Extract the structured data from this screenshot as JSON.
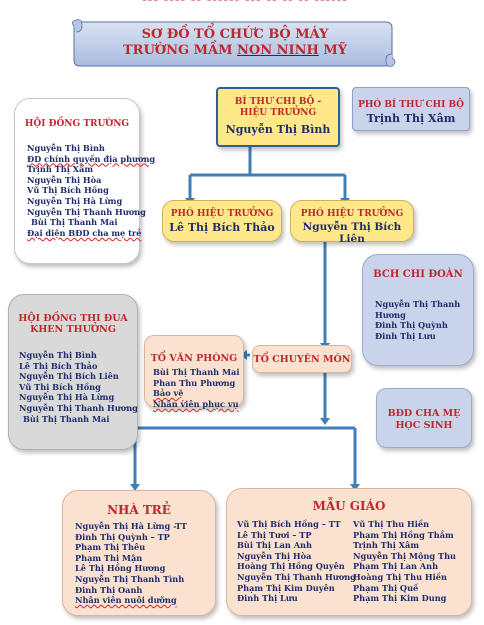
{
  "header": {
    "top_cut_text": "--- ---- -- ------ --- -- -- -- ------",
    "line1": "SƠ ĐỒ TỔ CHỨC BỘ MÁY",
    "line2_a": "TRƯỜNG MẦM ",
    "line2_b": "NON NINH",
    "line2_c": " MỸ"
  },
  "bi_thu": {
    "role": "BÍ THƯ CHI BỘ - HIỆU TRƯỞNG",
    "name": "Nguyễn Thị Bình"
  },
  "pho_bi_thu": {
    "role": "PHÓ BÍ THƯ CHI BỘ",
    "name": "Trịnh Thị Xâm"
  },
  "hoi_dong_truong": {
    "title": "HỘI ĐỒNG TRƯỜNG",
    "members": [
      "Nguyễn Thị Bình",
      "ĐD chính quyền địa phương",
      "Trịnh Thị Xâm",
      "Nguyễn Thị Hòa",
      "Vũ Thị Bích Hồng",
      "Nguyễn Thị Hà Lừng",
      "Nguyễn Thị Thanh Hương",
      "Bùi Thị Thanh Mai",
      "Đại diện BĐD cha mẹ trẻ"
    ]
  },
  "pho_hieu_truong_1": {
    "role": "PHÓ HIỆU TRƯỞNG",
    "name": "Lê Thị Bích Thảo"
  },
  "pho_hieu_truong_2": {
    "role": "PHÓ HIỆU TRƯỞNG",
    "name": "Nguyễn Thị Bích Liên"
  },
  "bch_chi_doan": {
    "title": "BCH CHI ĐOÀN",
    "members": [
      "Nguyễn Thị Thanh",
      "Hương",
      "Đinh Thị Quỳnh",
      "Đinh Thị Lưu"
    ]
  },
  "hoi_dong_thi_dua": {
    "title_1": "HỘI ĐỒNG THI ĐUA",
    "title_2": "KHEN THƯỞNG",
    "members": [
      "Nguyễn Thị Bình",
      "Lê Thị Bích Thảo",
      "Nguyễn Thị Bích Liên",
      "Vũ Thị Bích Hồng",
      "Nguyễn Thị Hà Lừng",
      "Nguyễn Thị Thanh Hương",
      "Bùi Thị Thanh Mai"
    ]
  },
  "to_van_phong": {
    "title": "TỔ VĂN PHÒNG",
    "members": [
      "Bùi Thị Thanh Mai",
      "Phan Thu Phương",
      "Bảo vệ",
      "Nhân viên phục vụ"
    ]
  },
  "to_chuyen_mon": {
    "title": "TỔ CHUYÊN MÔN"
  },
  "bdd_cha_me": {
    "line1": "BĐD CHA MẸ",
    "line2": "HỌC SINH"
  },
  "nha_tre": {
    "title": "NHÀ TRẺ",
    "members": [
      "Nguyễn Thị Hà Lừng -TT",
      "Đinh Thị Quỳnh – TP",
      "Phạm Thị Thêu",
      "Phạm Thị Mận",
      "Lê Thị Hồng Hương",
      "Nguyễn Thị Thanh Tình",
      "Đinh Thị Oanh",
      "Nhân viên nuôi dưỡng"
    ]
  },
  "mau_giao": {
    "title": "MẪU GIÁO",
    "col1": [
      "Vũ Thị Bích Hồng – TT",
      "Lê Thị Tươi – TP",
      "Bùi Thị Lan Anh",
      "Nguyễn Thị Hòa",
      "Hoàng Thị Hồng Quyên",
      "Nguyễn Thị Thanh Hương",
      "Phạm Thị Kim Duyên",
      "Đinh Thị Lưu"
    ],
    "col2": [
      "Vũ Thị Thu Hiền",
      "Phạm Thị Hồng Thắm",
      "Trịnh Thị Xâm",
      "Nguyễn Thị Mộng Thu",
      "Phạm Thị Lan Anh",
      "Hoàng Thị Thu Hiền",
      "Phạm Thị Quế",
      "Phạm Thị Kim Dung"
    ]
  },
  "colors": {
    "accent_red": "#c0272d",
    "navy": "#1f2d6b",
    "yellow_box": "#ffe88a",
    "blue_box": "#c9d3ea",
    "peach_box": "#fbe1cf",
    "gray_box": "#d9d9d9",
    "line_blue": "#3f7fb5"
  }
}
